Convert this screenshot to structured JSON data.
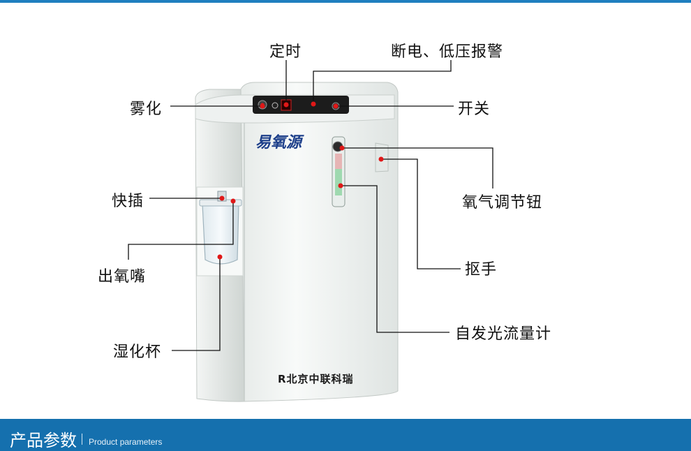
{
  "product": {
    "brand": "易氧源",
    "maker": "R北京中联科瑞"
  },
  "callouts": {
    "timer": "定时",
    "power_alarm": "断电、低压报警",
    "atomize": "雾化",
    "switch": "开关",
    "quick_plug": "快插",
    "oxygen_knob": "氧气调节钮",
    "oxygen_outlet": "出氧嘴",
    "handle": "抠手",
    "humidifier_cup": "湿化杯",
    "flowmeter": "自发光流量计"
  },
  "footer": {
    "title": "产品参数",
    "subtitle": "Product parameters"
  },
  "colors": {
    "accent": "#1570ae",
    "marker": "#e01818"
  }
}
